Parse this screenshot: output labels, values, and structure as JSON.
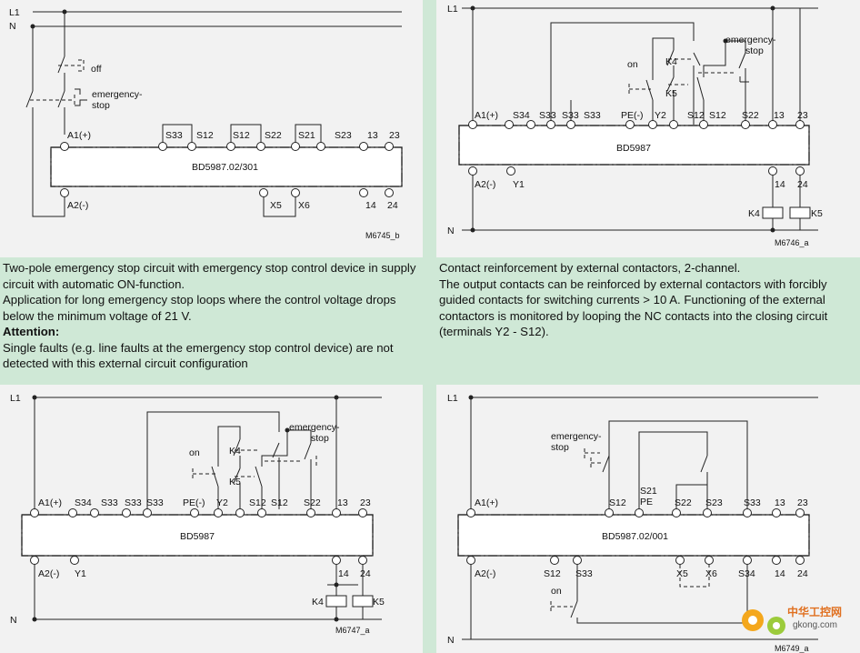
{
  "diagram1": {
    "rails": [
      "L1",
      "N"
    ],
    "switch_labels": [
      "off",
      "emergency-",
      "stop"
    ],
    "top_terminals": [
      "A1(+)",
      "S33",
      "S12",
      "S12",
      "S22",
      "S21",
      "S23",
      "13",
      "23"
    ],
    "device": "BD5987.02/301",
    "bottom_terminals": [
      "A2(-)",
      "X5",
      "X6",
      "14",
      "24"
    ],
    "ref": "M6745_b"
  },
  "caption1": {
    "lines": [
      "Two-pole emergency stop circuit with emergency stop control device in supply circuit with automatic ON-function.",
      "Application for long emergency stop loops where the control voltage drops below the minimum voltage of 21 V."
    ],
    "attention_label": "Attention:",
    "attention_text": "Single faults (e.g. line faults at the emergency stop control device) are not detected with this external circuit configuration"
  },
  "diagram2": {
    "rails": [
      "L1",
      "N"
    ],
    "switch_labels": [
      "on",
      "K4",
      "K5",
      "emergency-",
      "stop"
    ],
    "top_terminals": [
      "A1(+)",
      "S34",
      "S33",
      "S33",
      "S33",
      "PE(-)",
      "Y2",
      "S12",
      "S12",
      "S22",
      "13",
      "23"
    ],
    "device": "BD5987",
    "bottom_terminals": [
      "A2(-)",
      "Y1",
      "14",
      "24"
    ],
    "coils": [
      "K4",
      "K5"
    ],
    "ref": "M6746_a"
  },
  "caption2": {
    "lines": [
      "Contact reinforcement by external contactors, 2-channel.",
      "The output contacts can be reinforced by external contactors with forcibly guided contacts for switching currents > 10 A. Functioning of the external contactors is monitored by looping the NC contacts into the closing circuit (terminals Y2 - S12)."
    ]
  },
  "diagram3": {
    "rails": [
      "L1",
      "N"
    ],
    "switch_labels": [
      "on",
      "K4",
      "K5",
      "emergency-",
      "stop"
    ],
    "top_terminals": [
      "A1(+)",
      "S34",
      "S33",
      "S33",
      "S33",
      "PE(-)",
      "Y2",
      "S12",
      "S12",
      "S22",
      "13",
      "23"
    ],
    "device": "BD5987",
    "bottom_terminals": [
      "A2(-)",
      "Y1",
      "14",
      "24"
    ],
    "coils": [
      "K4",
      "K5"
    ],
    "ref": "M6747_a"
  },
  "diagram4": {
    "rails": [
      "L1",
      "N"
    ],
    "switch_labels": [
      "emergency-",
      "stop",
      "on"
    ],
    "top_terminals": [
      "A1(+)",
      "S12",
      "S21",
      "PE",
      "S22",
      "S23",
      "S33",
      "13",
      "23"
    ],
    "device": "BD5987.02/001",
    "bottom_terminals": [
      "A2(-)",
      "S12",
      "S33",
      "X5",
      "X6",
      "S34",
      "14",
      "24"
    ],
    "ref": "M6749_a"
  },
  "watermark": {
    "cn": "中华工控网",
    "url": "gkong.com"
  }
}
